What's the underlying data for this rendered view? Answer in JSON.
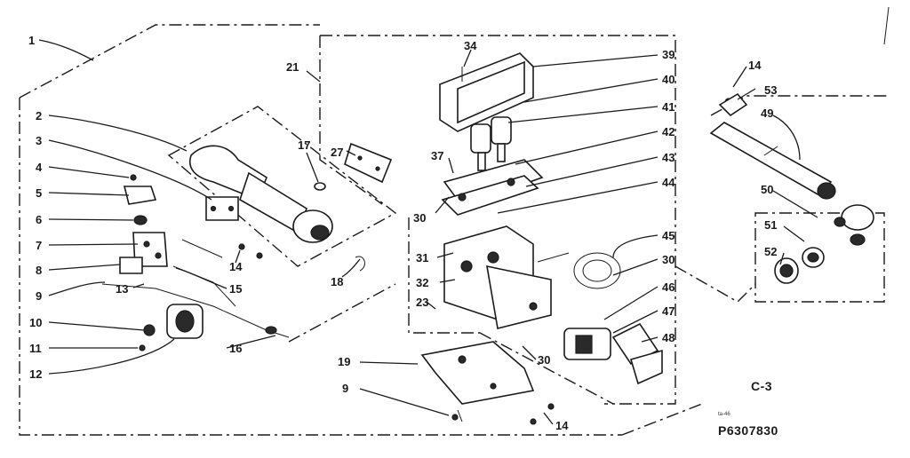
{
  "callouts": {
    "c1": "1",
    "c2": "2",
    "c3": "3",
    "c4": "4",
    "c5": "5",
    "c6": "6",
    "c7": "7",
    "c8": "8",
    "c9": "9",
    "c10": "10",
    "c11": "11",
    "c12": "12",
    "c13": "13",
    "c14a": "14",
    "c15": "15",
    "c16": "16",
    "c17": "17",
    "c18": "18",
    "c19": "19",
    "c9b": "9",
    "c14b": "14",
    "c21": "21",
    "c27": "27",
    "c34": "34",
    "c37": "37",
    "c30a": "30",
    "c31": "31",
    "c32": "32",
    "c23": "23",
    "c39": "39",
    "c40": "40",
    "c41": "41",
    "c42": "42",
    "c43": "43",
    "c44": "44",
    "c45": "45",
    "c30b": "30",
    "c46": "46",
    "c47": "47",
    "c48": "48",
    "c30c": "30",
    "c14c": "14",
    "c53": "53",
    "c49": "49",
    "c50": "50",
    "c51": "51",
    "c52": "52"
  },
  "section_code": "C-3",
  "part_number": "P6307830",
  "small_mark": "ta-46"
}
